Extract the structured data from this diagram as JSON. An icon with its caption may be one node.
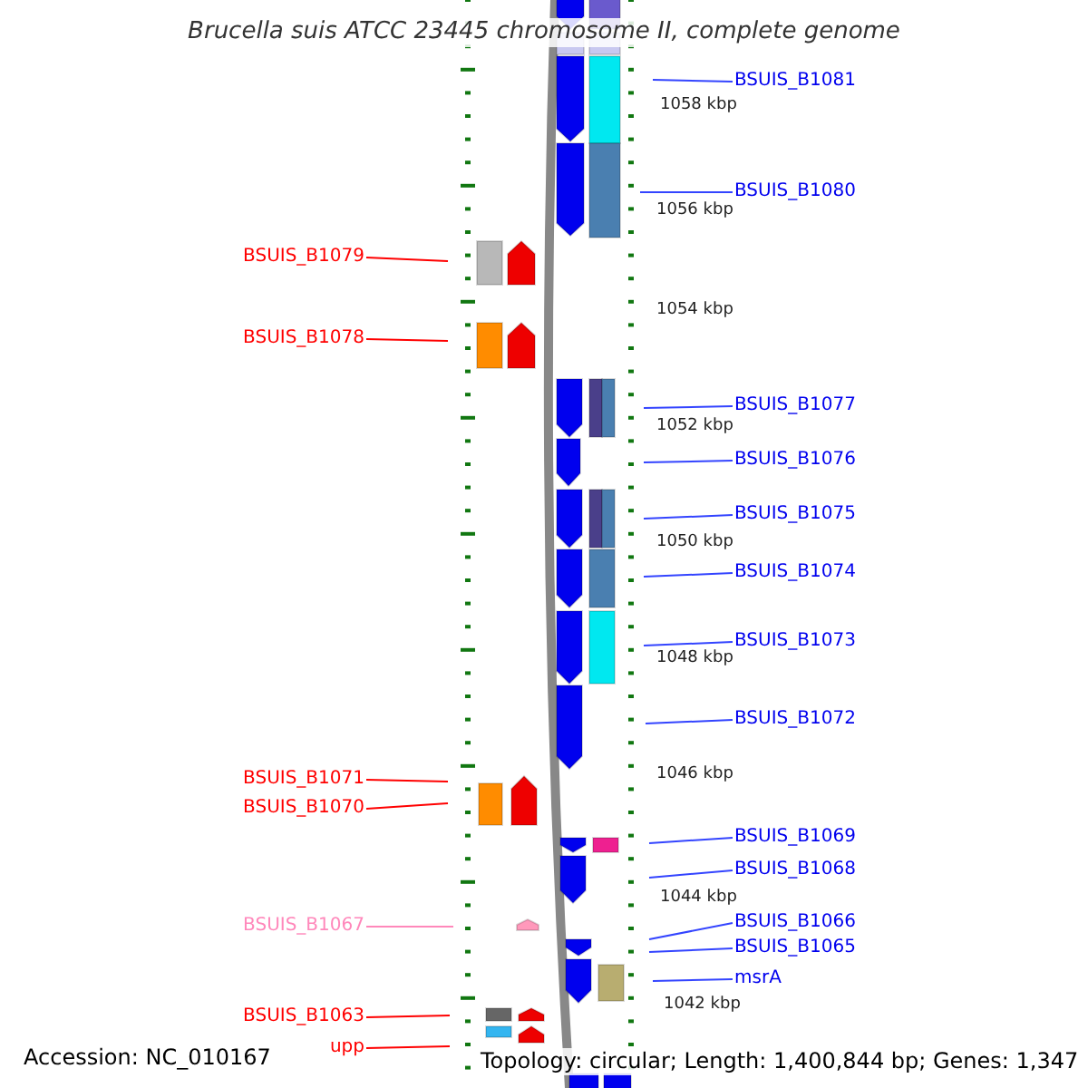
{
  "diagram": {
    "title": "Brucella suis ATCC 23445 chromosome II, complete genome",
    "nodes": [
      {
        "text": [
          "BSUIS_B1081"
        ]
      },
      {
        "text": [
          "BSUIS_B1080"
        ]
      },
      {
        "text": [
          "BSUIS_B1079"
        ]
      },
      {
        "text": [
          "BSUIS_B1078"
        ]
      },
      {
        "text": [
          "BSUIS_B1077"
        ]
      },
      {
        "text": [
          "BSUIS_B1076"
        ]
      },
      {
        "text": [
          "BSUIS_B1075"
        ]
      },
      {
        "text": [
          "BSUIS_B1074"
        ]
      },
      {
        "text": [
          "BSUIS_B1073"
        ]
      },
      {
        "text": [
          "BSUIS_B1072"
        ]
      },
      {
        "text": [
          "BSUIS_B1071"
        ]
      },
      {
        "text": [
          "BSUIS_B1070"
        ]
      },
      {
        "text": [
          "BSUIS_B1069"
        ]
      },
      {
        "text": [
          "BSUIS_B1068"
        ]
      },
      {
        "text": [
          "BSUIS_B1067"
        ]
      },
      {
        "text": [
          "BSUIS_B1066"
        ]
      },
      {
        "text": [
          "BSUIS_B1065"
        ]
      },
      {
        "text": [
          "msrA"
        ]
      },
      {
        "text": [
          "BSUIS_B1063"
        ]
      },
      {
        "text": [
          "upp"
        ]
      }
    ],
    "edges": [
      {
        "from": 0,
        "to": null,
        "arrow": "none"
      },
      {
        "from": 1,
        "to": null,
        "arrow": "none"
      },
      {
        "from": 2,
        "to": null,
        "arrow": "none",
        "color": "#ff0000"
      },
      {
        "from": 3,
        "to": null,
        "arrow": "none",
        "color": "#ff0000"
      },
      {
        "from": 4,
        "to": null,
        "arrow": "none"
      },
      {
        "from": 5,
        "to": null,
        "arrow": "none"
      },
      {
        "from": 6,
        "to": null,
        "arrow": "none"
      },
      {
        "from": 7,
        "to": null,
        "arrow": "none"
      },
      {
        "from": 8,
        "to": null,
        "arrow": "none"
      },
      {
        "from": 9,
        "to": null,
        "arrow": "none"
      },
      {
        "from": 10,
        "to": null,
        "arrow": "none",
        "color": "#ff0000"
      },
      {
        "from": 11,
        "to": null,
        "arrow": "none",
        "color": "#ff0000"
      },
      {
        "from": 12,
        "to": null,
        "arrow": "none"
      },
      {
        "from": 13,
        "to": null,
        "arrow": "none"
      },
      {
        "from": 14,
        "to": null,
        "arrow": "none",
        "color": "#ff88bb"
      },
      {
        "from": 15,
        "to": null,
        "arrow": "none"
      },
      {
        "from": 16,
        "to": null,
        "arrow": "none"
      },
      {
        "from": 17,
        "to": null,
        "arrow": "none"
      },
      {
        "from": 18,
        "to": null,
        "arrow": "none",
        "color": "#ff0000"
      },
      {
        "from": 19,
        "to": null,
        "arrow": "none",
        "color": "#ff0000"
      }
    ],
    "labels": [
      "1058 kbp",
      "1056 kbp",
      "1054 kbp",
      "1052 kbp",
      "1050 kbp",
      "1048 kbp",
      "1046 kbp",
      "1044 kbp",
      "1042 kbp",
      "Accession: NC_010167",
      "Topology: circular; Length: 1,400,844 bp; Genes: 1,347"
    ]
  }
}
